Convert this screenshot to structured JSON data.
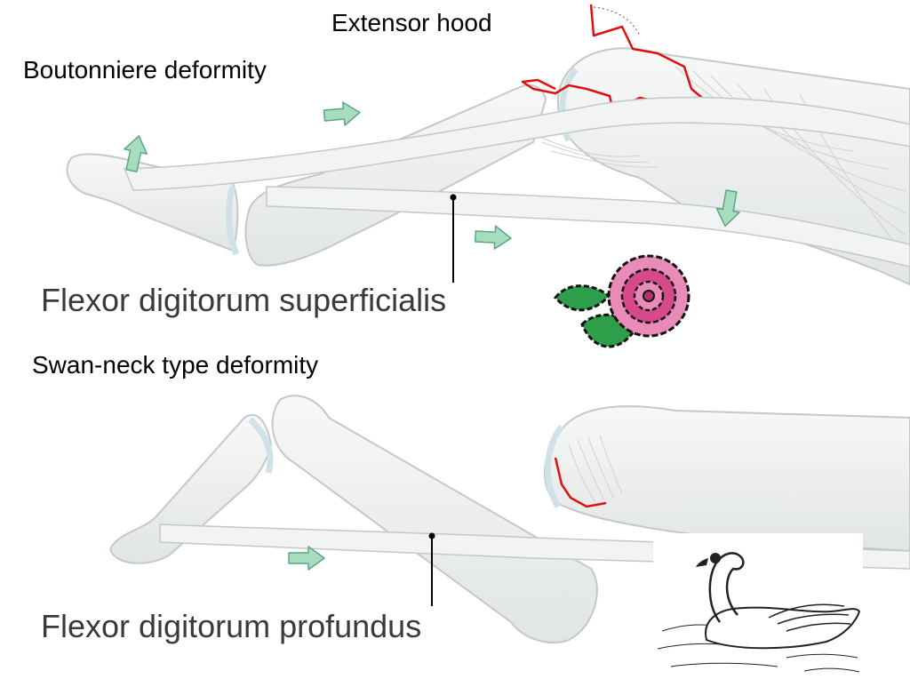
{
  "labels": {
    "extensor_hood": "Extensor hood",
    "boutonniere": "Boutonniere deformity",
    "fds": "Flexor digitorum superficialis",
    "swan_neck": "Swan-neck type deformity",
    "fdp": "Flexor digitorum profundus"
  },
  "colors": {
    "background": "#ffffff",
    "bone_fill": "#eceeed",
    "bone_stroke": "#c4c8c8",
    "cartilage": "#d8e9ec",
    "tendon_fill": "#f2f3f3",
    "arrow_fill": "#a8dcc0",
    "arrow_stroke": "#5aa77e",
    "hood_outline": "#e01010",
    "leader_line": "#000000",
    "rose_pink": "#d64a8c",
    "leaf_green": "#2f9e4a",
    "swan_line": "#222222"
  },
  "icons": {
    "arrows": "motion-arrow",
    "rose": "rose-icon",
    "swan": "swan-icon"
  }
}
